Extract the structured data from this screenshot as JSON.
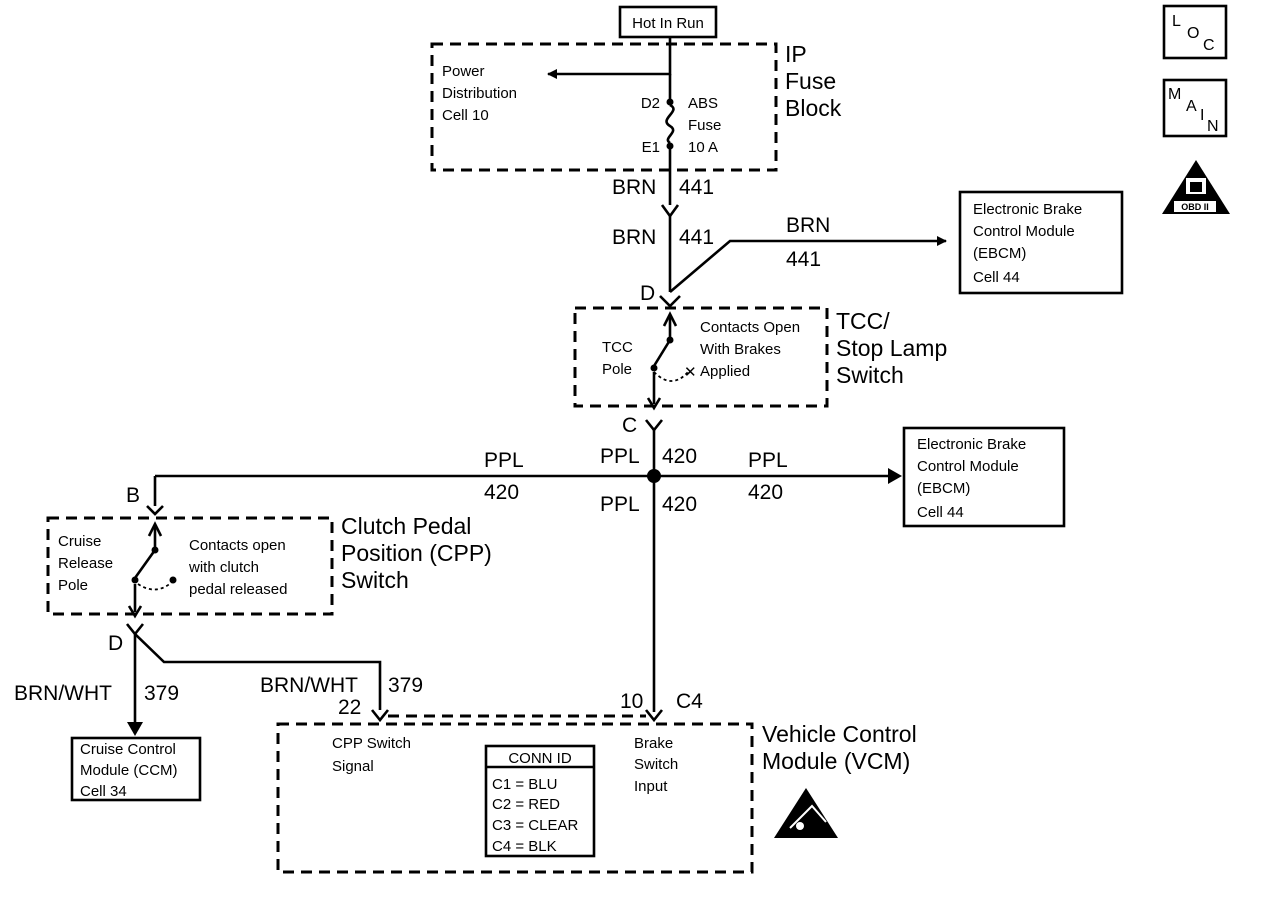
{
  "hot_in_run": "Hot In Run",
  "fuse_block": {
    "title": [
      "IP",
      "Fuse",
      "Block"
    ],
    "power_dist": [
      "Power",
      "Distribution",
      "Cell 10"
    ],
    "fuse_label": [
      "ABS",
      "Fuse",
      "10 A"
    ],
    "pin_top": "D2",
    "pin_bottom": "E1"
  },
  "wires": {
    "brn_441_a": {
      "color": "BRN",
      "circuit": "441"
    },
    "brn_441_b": {
      "color": "BRN",
      "circuit": "441"
    },
    "brn_441_ebcm": {
      "color": "BRN",
      "circuit": "441"
    },
    "ppl_420_center": {
      "color": "PPL",
      "circuit": "420"
    },
    "ppl_420_left": {
      "color": "PPL",
      "circuit": "420"
    },
    "ppl_420_right": {
      "color": "PPL",
      "circuit": "420"
    },
    "ppl_420_down": {
      "color": "PPL",
      "circuit": "420"
    },
    "brn_wht_379_ccm": {
      "color": "BRN/WHT",
      "circuit": "379"
    },
    "brn_wht_379_vcm": {
      "color": "BRN/WHT",
      "circuit": "379"
    }
  },
  "ebcm_top": [
    "Electronic Brake",
    "Control Module",
    "(EBCM)",
    "Cell 44"
  ],
  "ebcm_right": [
    "Electronic Brake",
    "Control Module",
    "(EBCM)",
    "Cell 44"
  ],
  "tcc_switch": {
    "title": [
      "TCC/",
      "Stop Lamp",
      "Switch"
    ],
    "pole": [
      "TCC",
      "Pole"
    ],
    "contacts": [
      "Contacts Open",
      "With Brakes",
      "Applied"
    ],
    "pin_in": "D",
    "pin_out": "C"
  },
  "cpp_switch": {
    "title": [
      "Clutch Pedal",
      "Position (CPP)",
      "Switch"
    ],
    "pole": [
      "Cruise",
      "Release",
      "Pole"
    ],
    "contacts": [
      "Contacts open",
      "with clutch",
      "pedal released"
    ],
    "pin_in": "B",
    "pin_out": "D"
  },
  "ccm": [
    "Cruise Control",
    "Module (CCM)",
    "Cell 34"
  ],
  "vcm": {
    "title": [
      "Vehicle Control",
      "Module (VCM)"
    ],
    "cpp_signal": [
      "CPP Switch",
      "Signal"
    ],
    "brake_input": [
      "Brake",
      "Switch",
      "Input"
    ],
    "pin_22": "22",
    "pin_10": "10",
    "conn_c4": "C4",
    "conn_id_title": "CONN ID",
    "conn_id_rows": [
      "C1 = BLU",
      "C2 = RED",
      "C3 = CLEAR",
      "C4 = BLK"
    ]
  },
  "side_icons": {
    "loc": [
      "L",
      "O",
      "C"
    ],
    "main": [
      "M",
      "A",
      "I",
      "N"
    ],
    "obd": "OBD II",
    "icon_names": [
      "loc-icon",
      "main-icon",
      "obd-ii-icon",
      "esd-warning-icon"
    ]
  }
}
